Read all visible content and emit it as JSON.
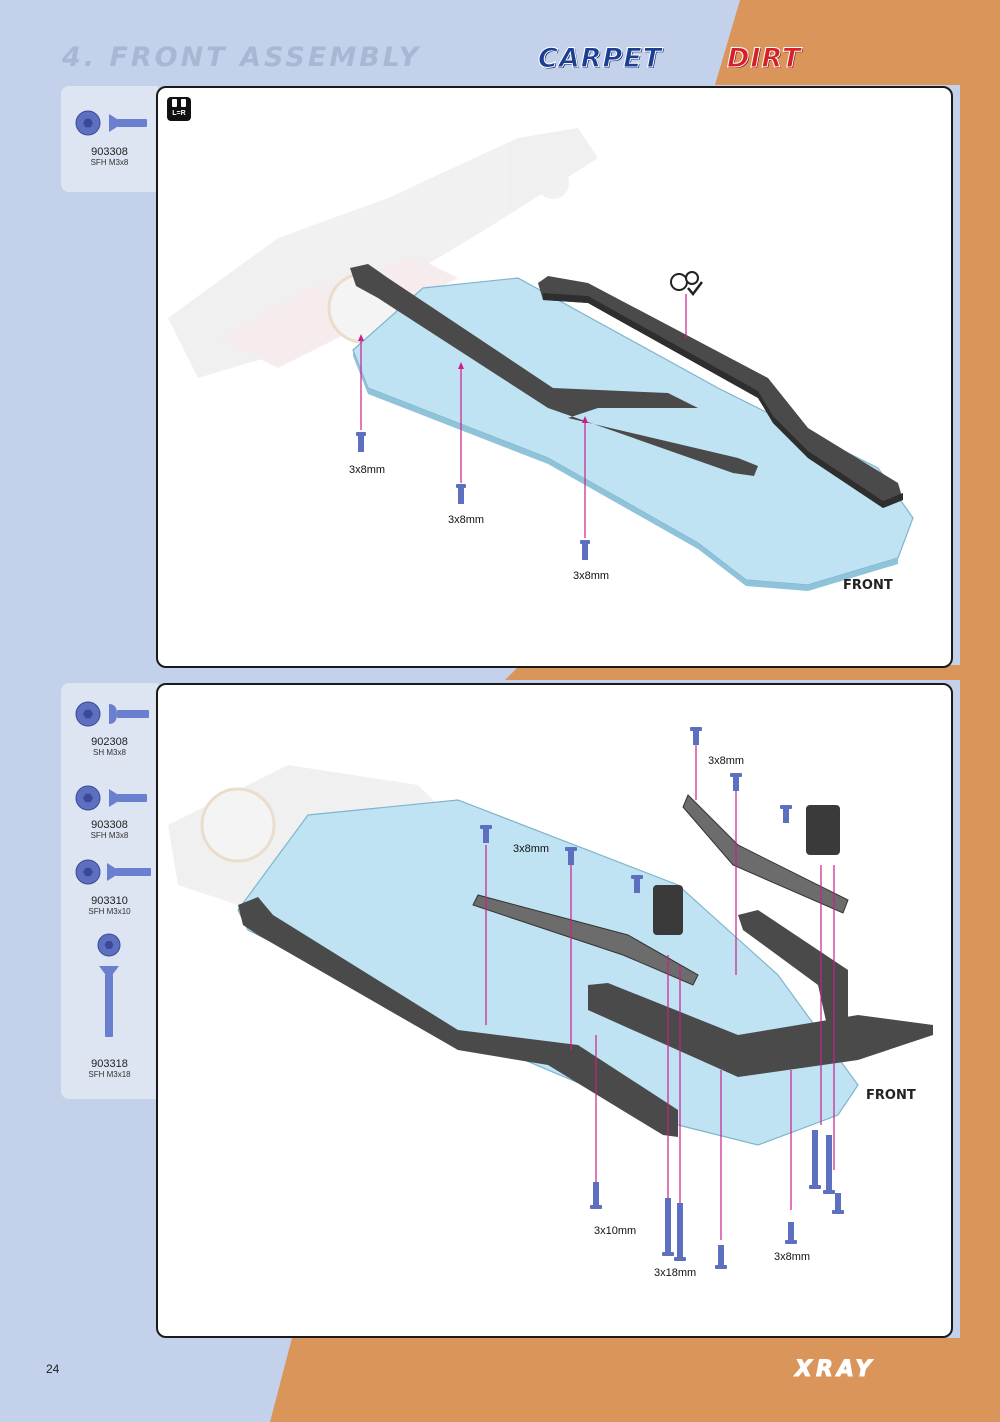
{
  "header": {
    "title": "4. FRONT ASSEMBLY",
    "badge_carpet": "CARPET",
    "badge_dirt": "DIRT"
  },
  "colors": {
    "blue_bg": "#c3d1eb",
    "orange_bg": "#d9955a",
    "plate_blue": "#bfe3f3",
    "part_dark": "#4a4a4a",
    "screw_blue": "#5d6fbf",
    "guide_magenta": "#cc1f8a"
  },
  "step1": {
    "icon_label": "L=R",
    "parts": [
      {
        "code": "903308",
        "desc": "SFH M3x8",
        "icon": "flat-head-screw-icon"
      }
    ],
    "screw_labels": [
      "3x8mm",
      "3x8mm",
      "3x8mm"
    ],
    "front_label": "FRONT",
    "symbol": "thread-lock-icon"
  },
  "step2": {
    "parts": [
      {
        "code": "902308",
        "desc": "SH M3x8",
        "icon": "button-head-screw-icon"
      },
      {
        "code": "903308",
        "desc": "SFH M3x8",
        "icon": "flat-head-screw-icon"
      },
      {
        "code": "903310",
        "desc": "SFH M3x10",
        "icon": "flat-head-screw-icon"
      },
      {
        "code": "903318",
        "desc": "SFH M3x18",
        "icon": "long-flat-head-screw-icon"
      }
    ],
    "screw_labels": [
      "3x8mm",
      "3x8mm",
      "3x10mm",
      "3x18mm",
      "3x8mm"
    ],
    "front_label": "FRONT"
  },
  "footer": {
    "page_number": "24",
    "brand": "XRAY"
  }
}
